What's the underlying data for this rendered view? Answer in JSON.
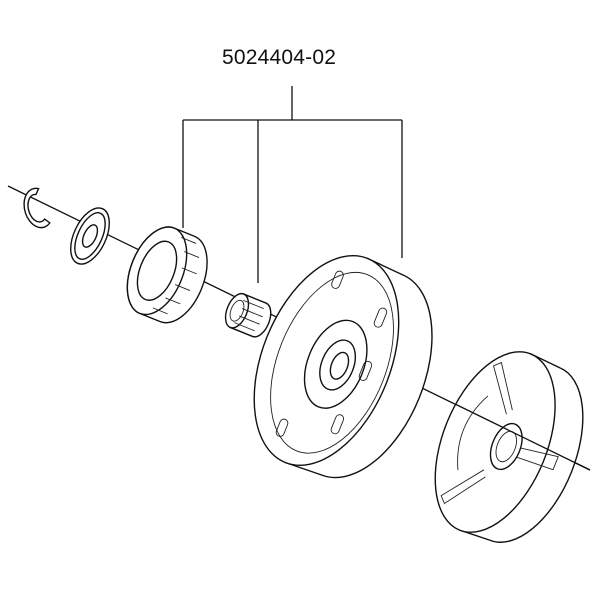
{
  "diagram": {
    "part_number": "5024404-02",
    "components": [
      "circlip",
      "washer",
      "rim-sprocket",
      "needle-bearing",
      "clutch-drum",
      "clutch-shoes"
    ]
  }
}
